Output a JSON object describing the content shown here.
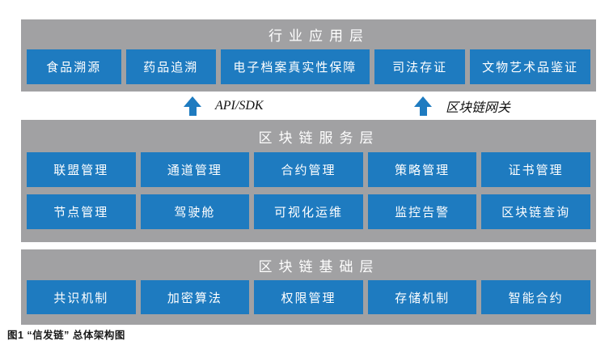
{
  "colors": {
    "blue": "#1E7BC0",
    "gray": "#A1A1A3",
    "box_text": "#FFFFFF",
    "caption_text": "#1A1A1A"
  },
  "layers": {
    "application": {
      "title": "行业应用层",
      "boxes": [
        "食品溯源",
        "药品追溯",
        "电子档案真实性保障",
        "司法存证",
        "文物艺术品鉴证"
      ]
    },
    "service": {
      "title": "区块链服务层",
      "rows": [
        [
          "联盟管理",
          "通道管理",
          "合约管理",
          "策略管理",
          "证书管理"
        ],
        [
          "节点管理",
          "驾驶舱",
          "可视化运维",
          "监控告警",
          "区块链查询"
        ]
      ]
    },
    "base": {
      "title": "区块链基础层",
      "boxes": [
        "共识机制",
        "加密算法",
        "权限管理",
        "存储机制",
        "智能合约"
      ]
    }
  },
  "connectors": {
    "api_sdk": "API/SDK",
    "gateway": "区块链网关"
  },
  "caption": "图1 “信发链” 总体架构图"
}
